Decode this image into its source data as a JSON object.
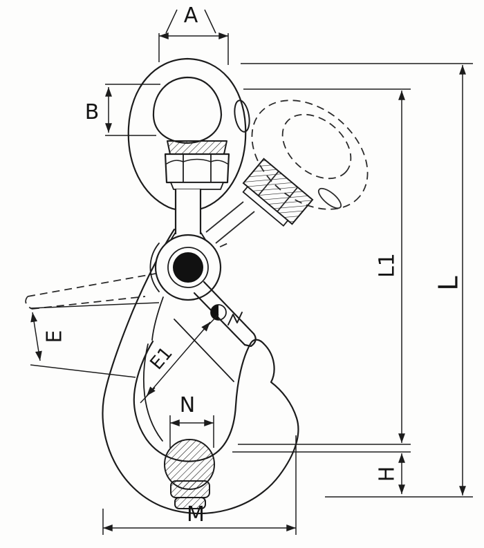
{
  "page": {
    "background": "#fdfdfc",
    "line_color": "#1c1c1c",
    "text_color": "#141414"
  },
  "drawing": {
    "kind": "technical dimension drawing",
    "dimensions": {
      "a": "A",
      "b": "B",
      "e": "E",
      "e1": "E1",
      "n": "N",
      "m": "M",
      "h": "H",
      "l1": "L1",
      "l": "L"
    }
  }
}
